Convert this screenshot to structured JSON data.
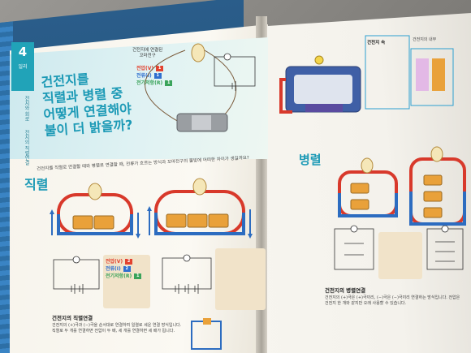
{
  "chapter": {
    "number": "4",
    "sub": "일리"
  },
  "side_labels": [
    "전지와 회로",
    "전지의 직렬연결"
  ],
  "title_lines": [
    "건전지를",
    "직렬과 병렬 중",
    "어떻게 연결해야",
    "불이 더 밝을까?"
  ],
  "intro": "건전지를 직렬로 연결할 때와 병렬로 연결할 때, 전류가 흐르는 방식과 꼬마전구의 불빛에 어떠한 차이가 생길까요?",
  "lamp_caption": [
    "건전지에 연결된",
    "꼬마전구"
  ],
  "legend": {
    "voltage": "전압(V)",
    "current": "전류(I)",
    "resistance": "전기저항(R)",
    "voltage_value": "1",
    "current_value": "1",
    "resistance_value": "1"
  },
  "legend_series": {
    "voltage": "전압(V)",
    "voltage_value": "2",
    "current": "전류(I)",
    "current_value": "2",
    "resistance": "전기저항(R)",
    "resistance_value": "1"
  },
  "series_section": {
    "title": "직렬"
  },
  "parallel_section": {
    "title": "병렬"
  },
  "series_subhead": "건전지의 직렬연결",
  "parallel_subhead": "건전지의 병렬연결",
  "series_body": "건전지의 (+)극과 (−)극을 순서대로 연결하여 일렬로 세운 연결 방식입니다. 직렬로 두 개를 연결하면 전압이 두 배, 세 개를 연결하면 세 배가 됩니다.",
  "parallel_body": "건전지의 (+)극은 (+)극끼리, (−)극은 (−)극끼리 연결하는 방식입니다. 전압은 건전지 한 개와 같지만 오래 사용할 수 있습니다.",
  "right_box_title": "건전지 속",
  "right_note": "건전지의 내부",
  "colors": {
    "teal": "#1d9ab6",
    "red_chip": "#e2422f",
    "blue_chip": "#2f6fcf",
    "green_chip": "#3aa35a",
    "wire_red": "#d8392b",
    "wire_blue": "#2c6cc0",
    "battery": "#e9a13a"
  }
}
